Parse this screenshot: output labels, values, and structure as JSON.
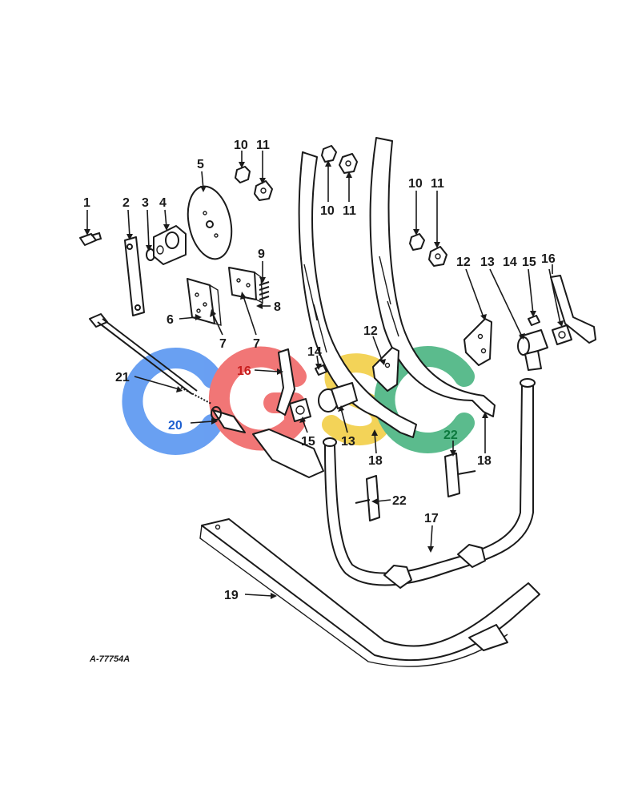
{
  "reference_code": "A-77754A",
  "callouts": {
    "c1": "1",
    "c2": "2",
    "c3": "3",
    "c4": "4",
    "c5": "5",
    "c6": "6",
    "c7a": "7",
    "c7b": "7",
    "c8": "8",
    "c9": "9",
    "c10a": "10",
    "c11a": "11",
    "c10b": "10",
    "c11b": "11",
    "c10c": "10",
    "c11c": "11",
    "c12a": "12",
    "c12b": "12",
    "c13a": "13",
    "c13b": "13",
    "c14a": "14",
    "c14b": "14",
    "c15a": "15",
    "c15b": "15",
    "c16a": "16",
    "c16b": "16",
    "c17": "17",
    "c18a": "18",
    "c18b": "18",
    "c19": "19",
    "c20": "20",
    "c21": "21",
    "c22a": "22",
    "c22b": "22"
  },
  "watermark": {
    "text": "CGSC",
    "colors": [
      "#4f8ff0",
      "#ef5f5f",
      "#f2cc3c",
      "#3fb07a"
    ]
  },
  "colors": {
    "ink": "#1a1a1a",
    "paper": "#ffffff",
    "label_blue": "#1d5fd0",
    "label_green": "#0c7a3e",
    "label_red": "#c81e1e"
  }
}
